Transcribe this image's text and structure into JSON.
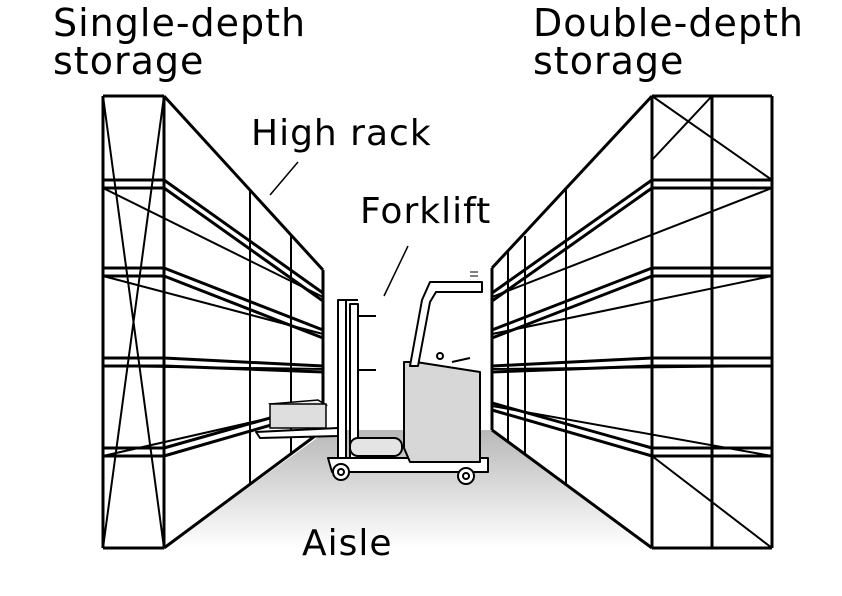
{
  "labels": {
    "single_depth_line1": "Single-depth",
    "single_depth_line2": "storage",
    "double_depth_line1": "Double-depth",
    "double_depth_line2": "storage",
    "high_rack": "High rack",
    "forklift": "Forklift",
    "aisle": "Aisle"
  },
  "colors": {
    "stroke": "#000000",
    "floor": "#c8c8c8",
    "forklift_body": "#d7d7d7",
    "pallet": "#dedede",
    "background": "#ffffff"
  }
}
